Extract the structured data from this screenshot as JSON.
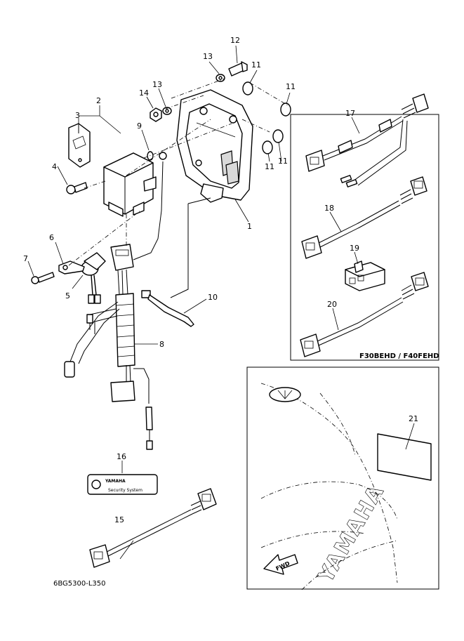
{
  "diagram_code": "6BG5300-L350",
  "model_box_label": "F30BEHD / F40FEHD",
  "callouts": [
    "1",
    "2",
    "3",
    "4",
    "5",
    "6",
    "7",
    "8",
    "9",
    "10",
    "11",
    "12",
    "13",
    "14",
    "15",
    "16",
    "17",
    "18",
    "19",
    "20",
    "21"
  ],
  "label_decal": {
    "brand": "YAMAHA",
    "title": "Security System"
  },
  "cowling": {
    "brand": "YAMAHA",
    "fwd_arrow": "FWD"
  }
}
